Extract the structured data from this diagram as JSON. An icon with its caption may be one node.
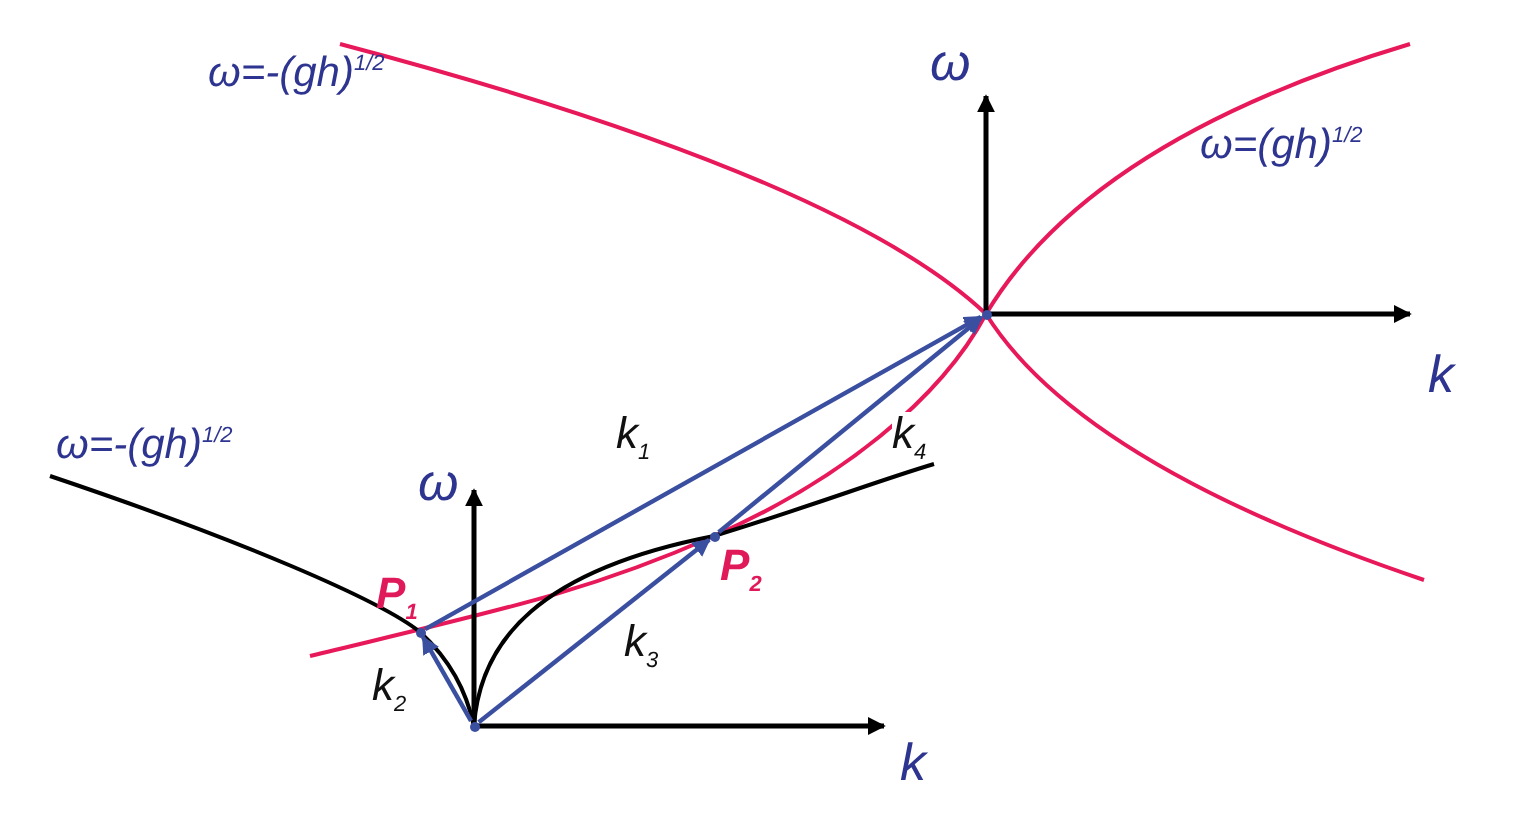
{
  "diagram": {
    "nodes": [
      {
        "text": [],
        "shape": "point"
      },
      {
        "text": [],
        "shape": "point",
        "beside": [
          "P$_{1}$"
        ]
      },
      {
        "text": [],
        "shape": "point",
        "beside": [
          "P$_{2}$"
        ]
      },
      {
        "text": [],
        "shape": "point"
      }
    ],
    "edges": [
      {
        "from": 1,
        "to": 3,
        "arrow": "to",
        "label": "k$_{1}$"
      },
      {
        "from": 0,
        "to": 1,
        "arrow": "to",
        "label": "k$_{2}$"
      },
      {
        "from": 0,
        "to": 2,
        "arrow": "to",
        "label": "k$_{3}$"
      },
      {
        "from": 2,
        "to": 3,
        "arrow": "to",
        "label": "k$_{4}$"
      }
    ],
    "labels": [
      "ω",
      "ω=-(gh)$^{1/2}$",
      "ω=(gh)$^{1/2}$",
      "k",
      "ω=-(gh)$^{1/2}$",
      "ω",
      "k"
    ]
  }
}
